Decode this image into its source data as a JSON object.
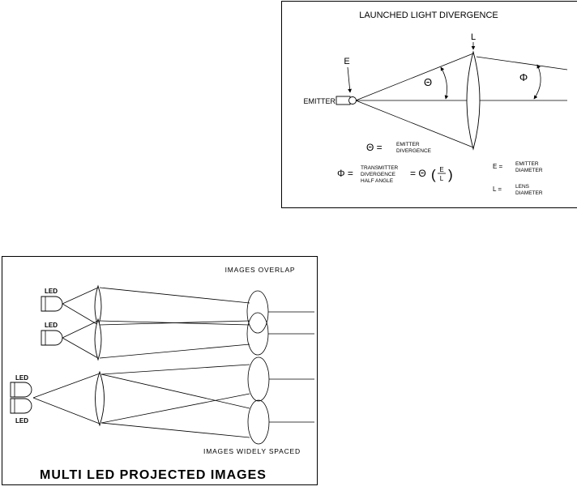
{
  "launched_light": {
    "title": "LAUNCHED LIGHT DIVERGENCE",
    "lens_label": "L",
    "emitter_arrow_label": "E",
    "emitter_label": "EMITTER",
    "theta_angle": "Θ",
    "phi_angle": "Φ",
    "theta_def": {
      "lhs": "Θ =",
      "line1": "EMITTER",
      "line2": "DIVERGENCE"
    },
    "phi_def": {
      "lhs": "Φ =",
      "line1": "TRANSMITTER",
      "line2": "DIVERGENCE",
      "line3": "HALF ANGLE",
      "rhs": "= Θ",
      "paren_open": "(",
      "frac_num": "E",
      "frac_den": "L",
      "paren_close": ")"
    },
    "legend": {
      "e_key": "E =",
      "e_line1": "EMITTER",
      "e_line2": "DIAMETER",
      "l_key": "L =",
      "l_line1": "LENS",
      "l_line2": "DIAMETER"
    }
  },
  "multi_led": {
    "overlap_caption": "IMAGES OVERLAP",
    "spaced_caption": "IMAGES WIDELY SPACED",
    "title": "MULTI LED PROJECTED IMAGES",
    "led_labels": [
      "LED",
      "LED",
      "LED",
      "LED"
    ]
  },
  "colors": {
    "ink": "#000000",
    "paper": "#ffffff"
  }
}
